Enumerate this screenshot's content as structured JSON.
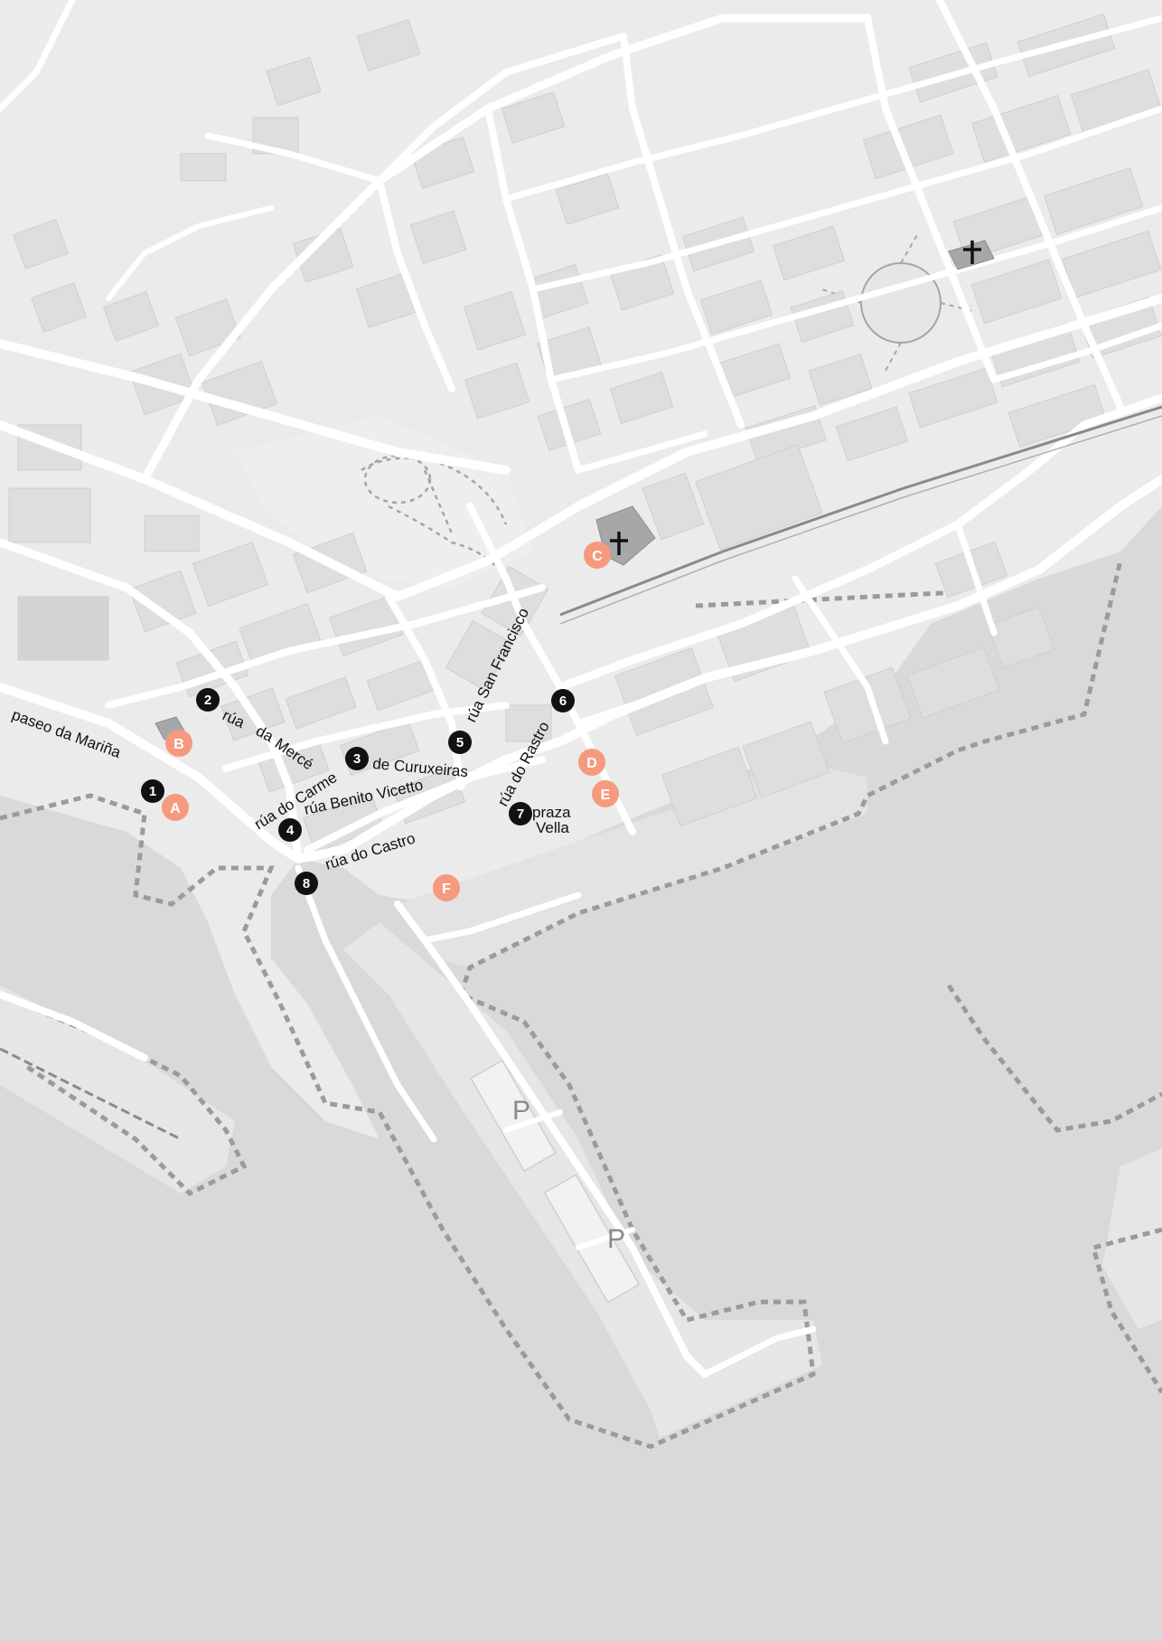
{
  "streets": {
    "paseo_marina": "paseo da Mariña",
    "rua_merce_1": "rúa",
    "rua_merce_2": "da",
    "rua_merce_3": "Mercé",
    "rua_carme": "rúa do Carme",
    "rua_curuxeiras": "de Curuxeiras",
    "rua_benito_vicetto": "rúa Benito Vicetto",
    "rua_castro": "rúa do Castro",
    "rua_san_francisco": "rúa San Francisco",
    "rua_rastro": "rúa do Rastro",
    "praza_vella_1": "praza",
    "praza_vella_2": "Vella"
  },
  "numbered_stops": [
    "1",
    "2",
    "3",
    "4",
    "5",
    "6",
    "7",
    "8"
  ],
  "lettered_places": [
    "A",
    "B",
    "C",
    "D",
    "E",
    "F"
  ],
  "parking": [
    "P",
    "P"
  ],
  "icons": [
    "church-icon",
    "church-icon"
  ],
  "colors": {
    "sea": "#d9d9d9",
    "land": "#ebebeb",
    "block": "#dedede",
    "road": "#ffffff",
    "stop_marker": "#111111",
    "place_marker": "#f59a7f"
  }
}
